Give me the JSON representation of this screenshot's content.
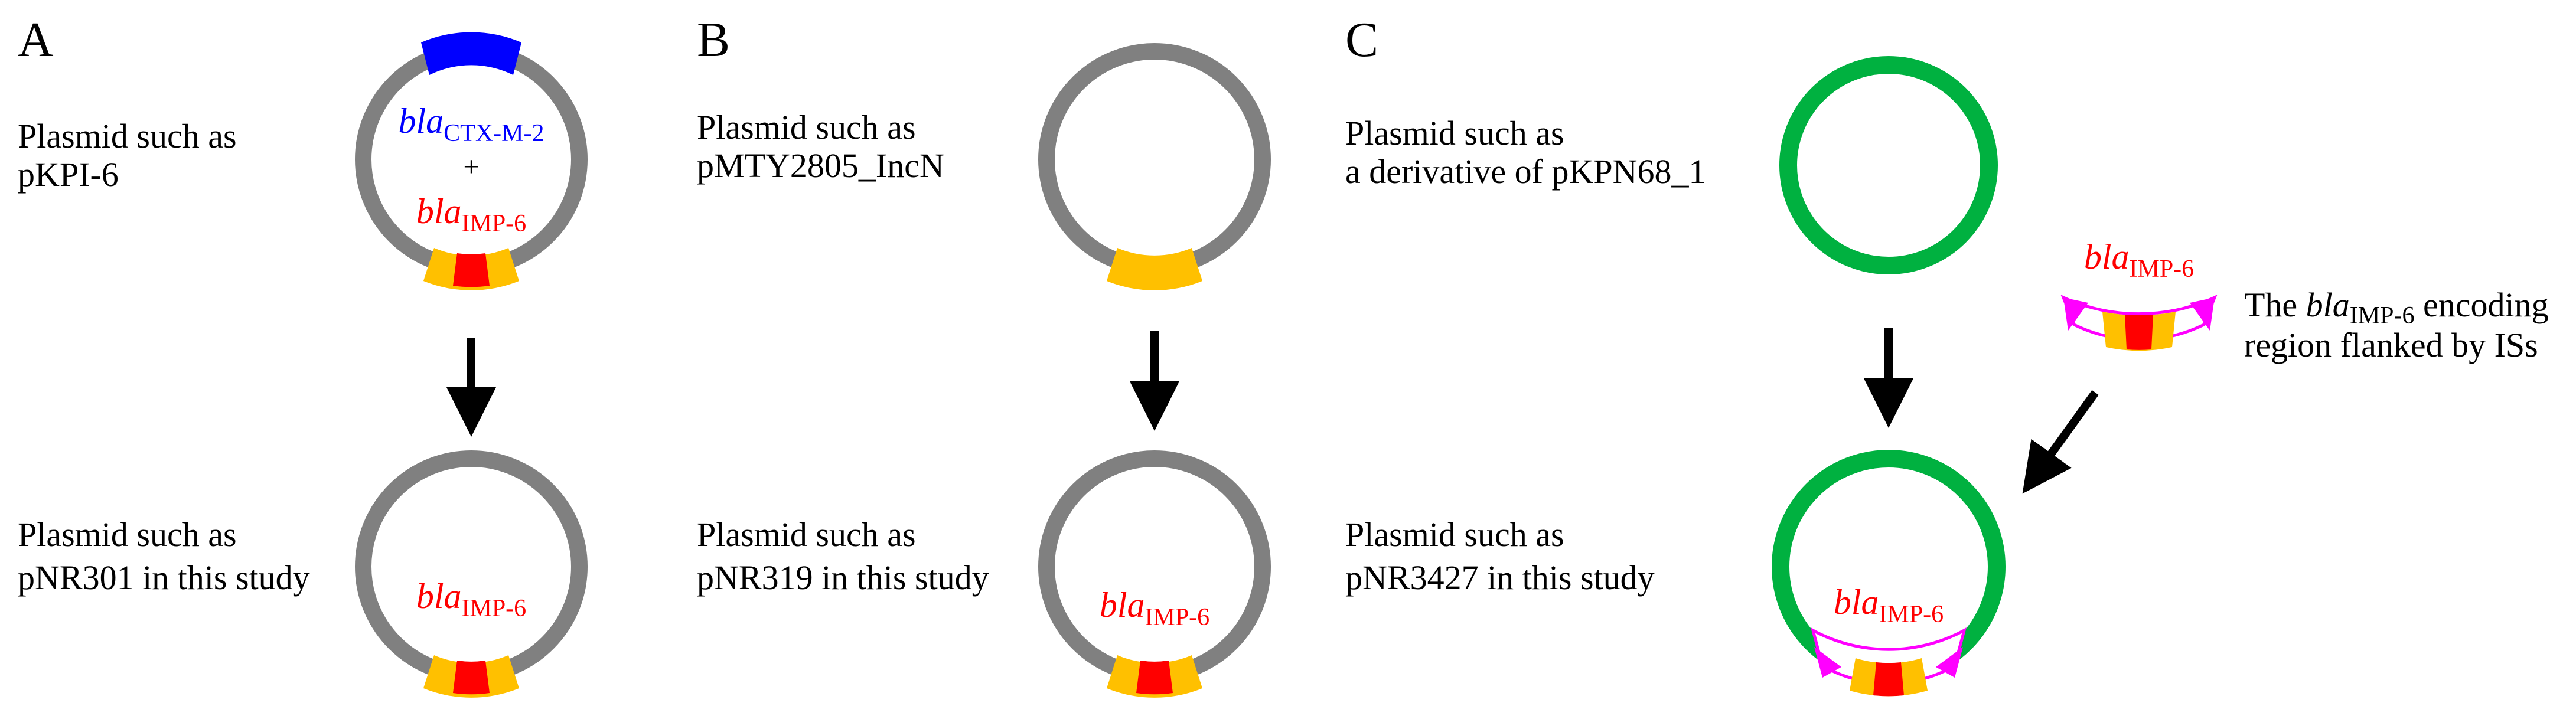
{
  "panels": {
    "A": {
      "label": "A",
      "top_text": [
        "Plasmid such as",
        "pKPI-6"
      ],
      "bottom_text": [
        "Plasmid such as",
        "pNR301 in this study"
      ],
      "gene_top": {
        "italic": "bla",
        "sub": "CTX-M-2"
      },
      "plus": "+",
      "gene_mid": {
        "italic": "bla",
        "sub": "IMP-6"
      },
      "gene_bottom": {
        "italic": "bla",
        "sub": "IMP-6"
      }
    },
    "B": {
      "label": "B",
      "top_text": [
        "Plasmid such as",
        "pMTY2805_IncN"
      ],
      "bottom_text": [
        "Plasmid such as",
        "pNR319 in this study"
      ],
      "gene_bottom": {
        "italic": "bla",
        "sub": "IMP-6"
      }
    },
    "C": {
      "label": "C",
      "top_text": [
        "Plasmid such as",
        "a derivative of pKPN68_1"
      ],
      "bottom_text": [
        "Plasmid such as",
        "pNR3427 in this study"
      ],
      "gene_fragment": {
        "italic": "bla",
        "sub": "IMP-6"
      },
      "gene_bottom": {
        "italic": "bla",
        "sub": "IMP-6"
      },
      "side_text_line1": {
        "pre": "The ",
        "italic": "bla",
        "sub": "IMP-6",
        "post": " encoding"
      },
      "side_text_line2": "region flanked by ISs"
    }
  },
  "colors": {
    "plasmid_gray": "#808080",
    "plasmid_green": "#00b140",
    "ctx_blue": "#0000ff",
    "imp_red": "#ff0000",
    "flank_orange": "#ffc000",
    "is_magenta": "#ff00ff",
    "arrow": "#000000"
  }
}
